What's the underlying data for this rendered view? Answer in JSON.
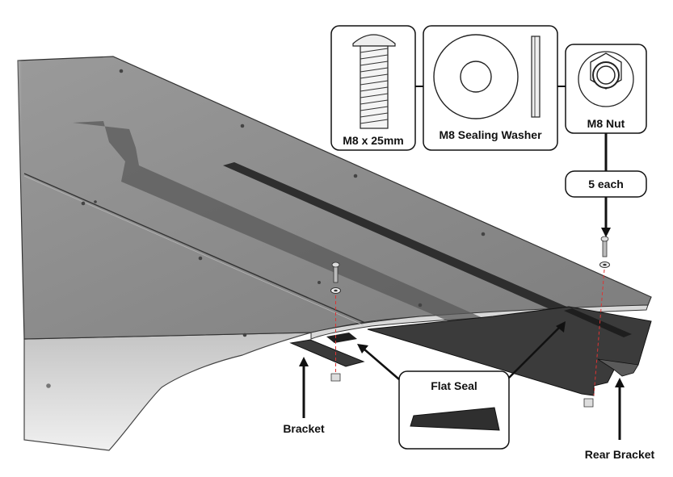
{
  "callouts": {
    "bolt": "M8 x 25mm",
    "washer": "M8 Sealing Washer",
    "nut": "M8 Nut",
    "quantity": "5 each",
    "flat_seal": "Flat Seal",
    "bracket": "Bracket",
    "rear_bracket": "Rear Bracket"
  },
  "colors": {
    "panel_top": "#8a8a8a",
    "panel_edge": "#c9c9c9",
    "seal": "#2e2e2e",
    "outline": "#111111"
  }
}
